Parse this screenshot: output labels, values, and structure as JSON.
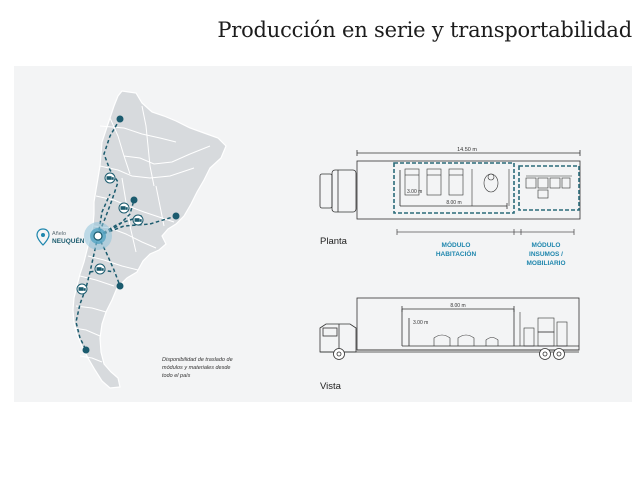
{
  "title": "Producción en serie y transportabilidad",
  "map": {
    "location_caption": "Añelo",
    "location_name": "NEUQUÉN",
    "note_lines": [
      "Disponibilidad de traslado de",
      "módulos y materiales desde",
      "todo el país"
    ],
    "route_color": "#1b5b6e",
    "land_color": "#d7dadd",
    "border_color": "#ffffff"
  },
  "plan": {
    "label": "Planta",
    "total_length": "14.50 m",
    "width_dim": "3.00 m",
    "module_length": "8.00 m",
    "module_habitacion": [
      "MÓDULO",
      "HABITACIÓN"
    ],
    "module_insumos": [
      "MÓDULO",
      "INSUMOS /",
      "MOBILIARIO"
    ],
    "accent_color": "#1e86ad",
    "module_border_color": "#2a6b7a"
  },
  "elevation": {
    "label": "Vista",
    "module_length": "8.00 m",
    "height_dim": "3.00 m"
  }
}
